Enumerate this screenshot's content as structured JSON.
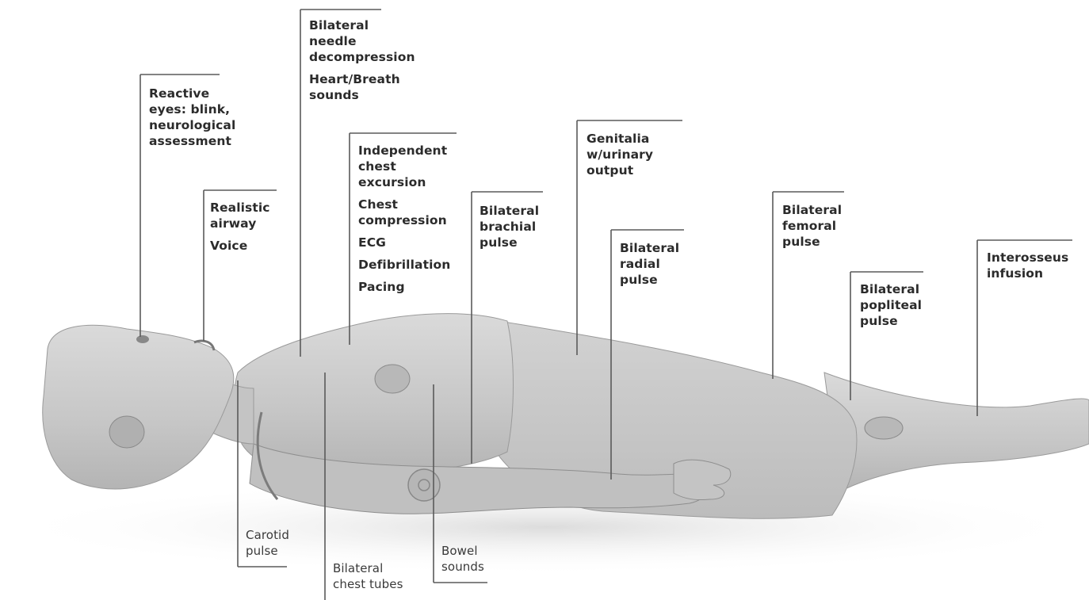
{
  "callouts": [
    {
      "id": "reactive-eyes",
      "lines": [
        "Reactive",
        "eyes: blink,",
        "neurological",
        "assessment"
      ]
    },
    {
      "id": "realistic-airway",
      "lines": [
        "Realistic",
        "airway"
      ],
      "lines2": [
        "Voice"
      ]
    },
    {
      "id": "needle-decompression",
      "lines": [
        "Bilateral",
        "needle",
        "decompression"
      ],
      "lines2": [
        "Heart/Breath",
        "sounds"
      ]
    },
    {
      "id": "chest-features",
      "lines": [
        "Independent",
        "chest",
        "excursion"
      ],
      "lines2": [
        "Chest",
        "compression"
      ],
      "lines3": [
        "ECG"
      ],
      "lines4": [
        "Defibrillation"
      ],
      "lines5": [
        "Pacing"
      ]
    },
    {
      "id": "brachial-pulse",
      "lines": [
        "Bilateral",
        "brachial",
        "pulse"
      ]
    },
    {
      "id": "genitalia",
      "lines": [
        "Genitalia",
        "w/urinary",
        "output"
      ]
    },
    {
      "id": "radial-pulse",
      "lines": [
        "Bilateral",
        "radial",
        "pulse"
      ]
    },
    {
      "id": "femoral-pulse",
      "lines": [
        "Bilateral",
        "femoral",
        "pulse"
      ]
    },
    {
      "id": "popliteal-pulse",
      "lines": [
        "Bilateral",
        "popliteal",
        "pulse"
      ]
    },
    {
      "id": "interosseus",
      "lines": [
        "Interosseus",
        "infusion"
      ]
    },
    {
      "id": "carotid-pulse",
      "lines": [
        "Carotid",
        "pulse"
      ]
    },
    {
      "id": "chest-tubes",
      "lines": [
        "Bilateral",
        "chest tubes"
      ]
    },
    {
      "id": "bowel-sounds",
      "lines": [
        "Bowel",
        "sounds"
      ]
    }
  ],
  "colors": {
    "figure": "#c9c9c9",
    "figure_shade": "#a9a9a9",
    "leader": "#5a5a5a",
    "text": "#2b2b2b"
  }
}
